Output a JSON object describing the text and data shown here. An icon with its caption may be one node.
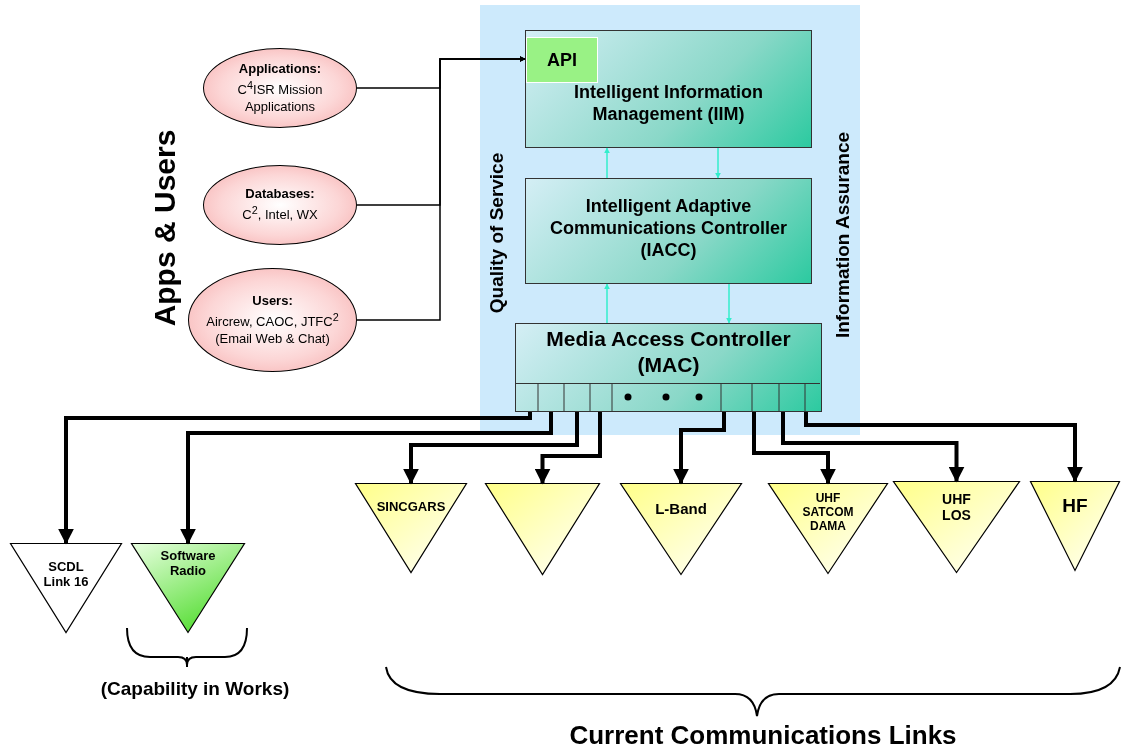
{
  "diagram": {
    "nodes": [
      {
        "text": [
          "Applications:",
          "C$^{4}$ISR Mission Applications"
        ]
      },
      {
        "text": [
          "Databases:",
          "C$^{2}$, Intel, WX"
        ]
      },
      {
        "text": [
          "Users:",
          "Aircrew, CAOC, JTFC$^{2}$ (Email Web & Chat)"
        ]
      },
      {
        "text": [
          "Quality of Service",
          "Information Assurance"
        ]
      },
      {
        "text": [
          "Intelligent Information Management (IIM)"
        ],
        "in": 3
      },
      {
        "text": [
          "API"
        ],
        "in": 4
      },
      {
        "text": [
          "Intelligent Adaptive Communications Controller (IACC)"
        ],
        "in": 3
      },
      {
        "text": [
          "Media Access Controller (MAC)"
        ],
        "in": 3
      },
      {
        "text": [
          "SCDL Link 16"
        ]
      },
      {
        "text": [
          "Software Radio"
        ]
      },
      {
        "text": [
          "SINCGARS"
        ]
      },
      {
        "text": [],
        "shape": "triangle"
      },
      {
        "text": [
          "L-Band"
        ]
      },
      {
        "text": [
          "UHF SATCOM DAMA"
        ]
      },
      {
        "text": [
          "UHF LOS"
        ]
      },
      {
        "text": [
          "HF"
        ]
      }
    ],
    "edges": [
      {
        "from": 0,
        "to": 5,
        "arrow": "to"
      },
      {
        "from": 1,
        "to": 5,
        "arrow": "to"
      },
      {
        "from": 2,
        "to": 5,
        "arrow": "to"
      },
      {
        "from": 6,
        "to": 4,
        "arrow": "to",
        "color": "#33eecc"
      },
      {
        "from": 4,
        "to": 6,
        "arrow": "to",
        "color": "#33eecc"
      },
      {
        "from": 7,
        "to": 6,
        "arrow": "to",
        "color": "#33eecc"
      },
      {
        "from": 6,
        "to": 7,
        "arrow": "to",
        "color": "#33eecc"
      },
      {
        "from": 7,
        "to": 8,
        "arrow": "to"
      },
      {
        "from": 7,
        "to": 9,
        "arrow": "to"
      },
      {
        "from": 7,
        "to": 10,
        "arrow": "to"
      },
      {
        "from": 7,
        "to": 11,
        "arrow": "to"
      },
      {
        "from": 7,
        "to": 12,
        "arrow": "to"
      },
      {
        "from": 7,
        "to": 13,
        "arrow": "to"
      },
      {
        "from": 7,
        "to": 14,
        "arrow": "to"
      },
      {
        "from": 7,
        "to": 15,
        "arrow": "to"
      }
    ],
    "labels": [
      "Apps & Users",
      "(Capability in Works)",
      "Current Communications Links"
    ]
  }
}
